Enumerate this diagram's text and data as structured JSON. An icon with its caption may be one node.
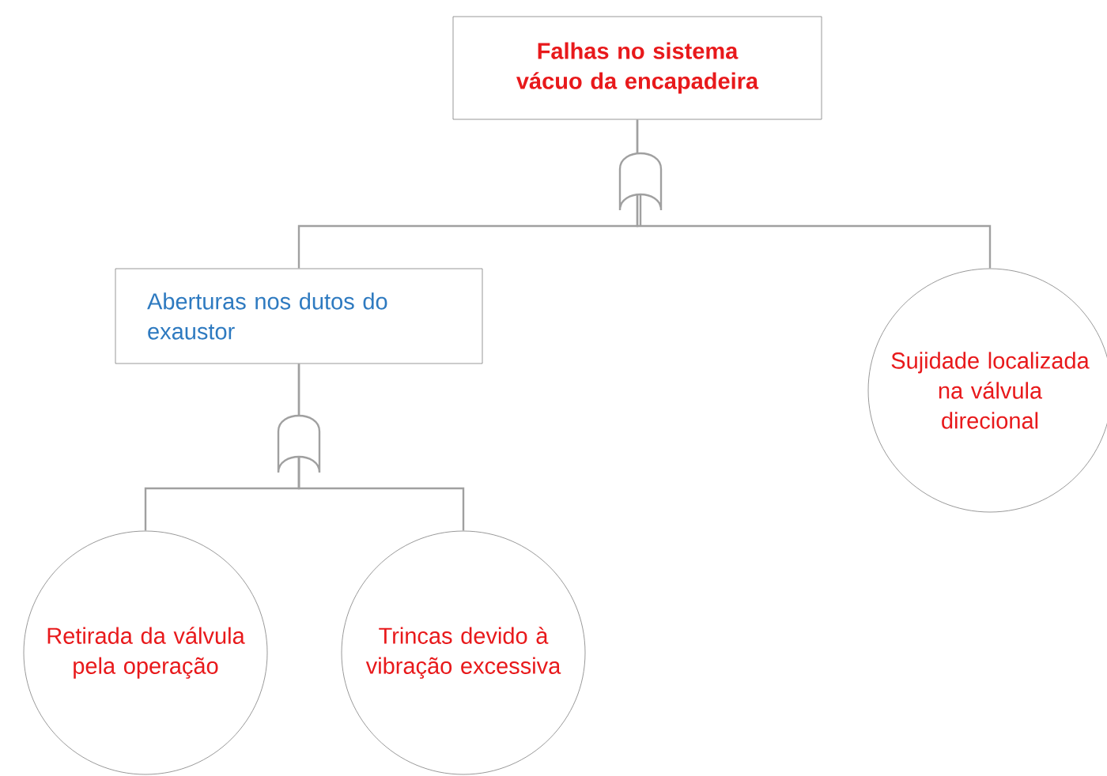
{
  "diagram": {
    "nodes": [
      {
        "text": [
          "Falhas no sistema vácuo da encapadeira"
        ]
      },
      {
        "text": [
          "Aberturas nos dutos do exaustor"
        ]
      },
      {
        "text": [
          "Sujidade localizada na válvula direcional"
        ]
      },
      {
        "text": [
          "Retirada da válvula pela operação"
        ]
      },
      {
        "text": [
          "Trincas devido à vibração excessiva"
        ]
      }
    ],
    "edges": [
      {
        "from": 0,
        "to": 1,
        "arrow": "none"
      },
      {
        "from": 0,
        "to": 2,
        "arrow": "none"
      },
      {
        "from": 1,
        "to": 3,
        "arrow": "none"
      },
      {
        "from": 1,
        "to": 4,
        "arrow": "none"
      }
    ]
  }
}
